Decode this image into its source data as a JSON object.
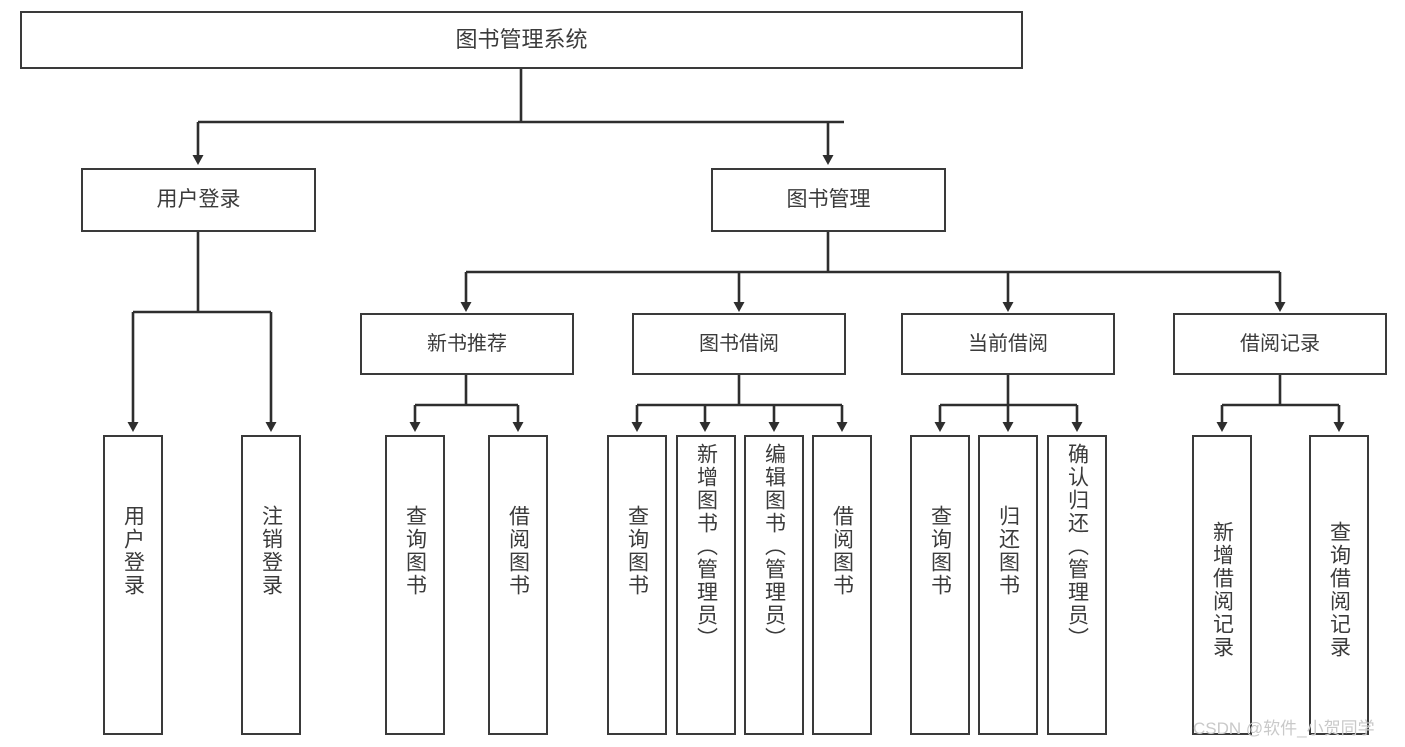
{
  "diagram": {
    "title": "图书管理系统",
    "type": "tree",
    "colors": {
      "box_border": "#3a3a3a",
      "box_fill": "#ffffff",
      "text": "#3b3b3b",
      "connector": "#2e2e2e",
      "watermark": "#c9c9c9",
      "background": "#ffffff"
    },
    "root": {
      "label": "图书管理系统"
    },
    "level2": [
      {
        "label": "用户登录"
      },
      {
        "label": "图书管理"
      }
    ],
    "level3": [
      {
        "label": "新书推荐"
      },
      {
        "label": "图书借阅"
      },
      {
        "label": "当前借阅"
      },
      {
        "label": "借阅记录"
      }
    ],
    "leaves": {
      "user_login": [
        {
          "label": "用户登录"
        },
        {
          "label": "注销登录"
        }
      ],
      "new_book_recommend": [
        {
          "label": "查询图书"
        },
        {
          "label": "借阅图书"
        }
      ],
      "book_borrow": [
        {
          "label": "查询图书"
        },
        {
          "label": "新增图书（管理员）"
        },
        {
          "label": "编辑图书（管理员）"
        },
        {
          "label": "借阅图书"
        }
      ],
      "current_borrow": [
        {
          "label": "查询图书"
        },
        {
          "label": "归还图书"
        },
        {
          "label": "确认归还（管理员）"
        }
      ],
      "borrow_record": [
        {
          "label": "新增借阅记录"
        },
        {
          "label": "查询借阅记录"
        }
      ]
    },
    "watermark": "CSDN @软件_小贺同学"
  }
}
